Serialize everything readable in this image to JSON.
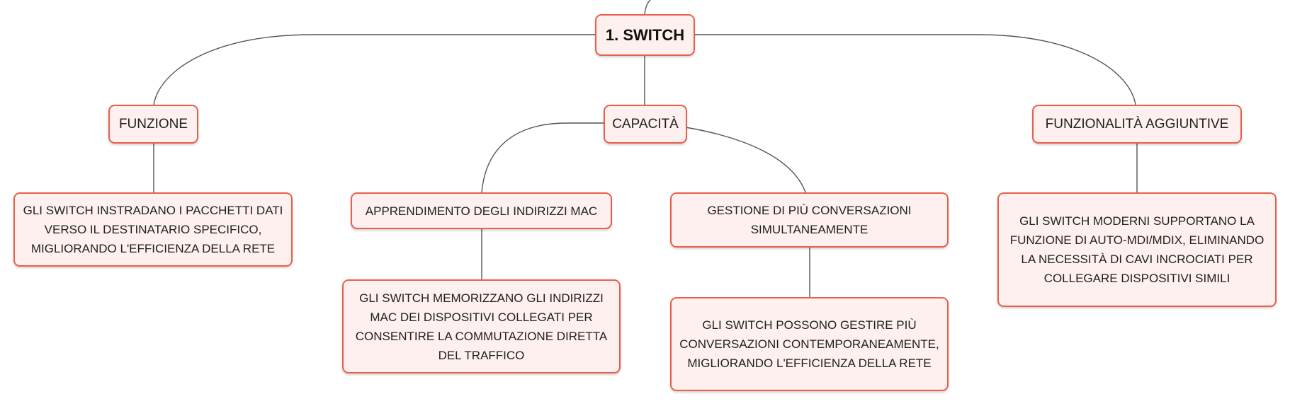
{
  "root": {
    "label": "1. SWITCH"
  },
  "branches": [
    {
      "label": "FUNZIONE",
      "children": [
        {
          "text": "GLI SWITCH INSTRADANO I PACCHETTI DATI VERSO IL DESTINATARIO SPECIFICO, MIGLIORANDO L'EFFICIENZA DELLA RETE"
        }
      ]
    },
    {
      "label": "CAPACITÀ",
      "children": [
        {
          "label": "APPRENDIMENTO DEGLI INDIRIZZI MAC",
          "detail": "GLI SWITCH MEMORIZZANO GLI INDIRIZZI MAC DEI DISPOSITIVI COLLEGATI PER CONSENTIRE LA COMMUTAZIONE DIRETTA DEL TRAFFICO"
        },
        {
          "label": "GESTIONE DI PIÙ CONVERSAZIONI SIMULTANEAMENTE",
          "detail": "GLI SWITCH POSSONO GESTIRE PIÙ CONVERSAZIONI CONTEMPORANEAMENTE, MIGLIORANDO L'EFFICIENZA DELLA RETE"
        }
      ]
    },
    {
      "label": "FUNZIONALITÀ AGGIUNTIVE",
      "children": [
        {
          "text": "GLI SWITCH MODERNI SUPPORTANO LA FUNZIONE DI AUTO-MDI/MDIX, ELIMINANDO LA NECESSITÀ DI CAVI INCROCIATI PER COLLEGARE DISPOSITIVI SIMILI"
        }
      ]
    }
  ]
}
